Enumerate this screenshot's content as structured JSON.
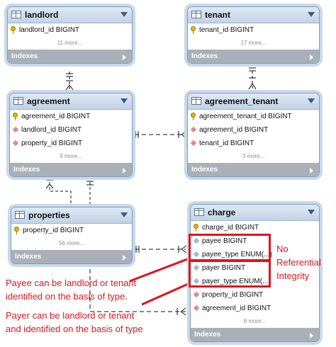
{
  "tables": {
    "landlord": {
      "name": "landlord",
      "columns": [
        {
          "label": "landlord_id BIGINT",
          "icon": "primary-key-icon"
        }
      ],
      "more": "11 more...",
      "indexes": "Indexes"
    },
    "tenant": {
      "name": "tenant",
      "columns": [
        {
          "label": "tenant_id BIGINT",
          "icon": "primary-key-icon"
        }
      ],
      "more": "17 more...",
      "indexes": "Indexes"
    },
    "agreement": {
      "name": "agreement",
      "columns": [
        {
          "label": "agreement_id BIGINT",
          "icon": "primary-key-icon"
        },
        {
          "label": "landlord_id BIGINT",
          "icon": "foreign-key-icon"
        },
        {
          "label": "property_id BIGINT",
          "icon": "foreign-key-icon"
        }
      ],
      "more": "9 more...",
      "indexes": "Indexes"
    },
    "agreement_tenant": {
      "name": "agreement_tenant",
      "columns": [
        {
          "label": "agreement_tenant_id BIGINT",
          "icon": "primary-key-icon"
        },
        {
          "label": "agreement_id BIGINT",
          "icon": "foreign-key-icon"
        },
        {
          "label": "tenant_id BIGINT",
          "icon": "foreign-key-icon"
        }
      ],
      "more": "3 more...",
      "indexes": "Indexes"
    },
    "properties": {
      "name": "properties",
      "columns": [
        {
          "label": "property_id BIGINT",
          "icon": "primary-key-icon"
        }
      ],
      "more": "56 more...",
      "indexes": "Indexes"
    },
    "charge": {
      "name": "charge",
      "columns": [
        {
          "label": "charge_id BIGINT",
          "icon": "primary-key-icon"
        },
        {
          "label": "payee BIGINT",
          "icon": "column-icon"
        },
        {
          "label": "payee_type ENUM(...)",
          "icon": "column-icon"
        },
        {
          "label": "payer BIGINT",
          "icon": "column-icon"
        },
        {
          "label": "payer_type ENUM(...)",
          "icon": "column-icon"
        },
        {
          "label": "property_id BIGINT",
          "icon": "foreign-key-icon"
        },
        {
          "label": "agreement_id BIGINT",
          "icon": "foreign-key-icon"
        }
      ],
      "more": "8 more...",
      "indexes": "Indexes"
    }
  },
  "annotations": {
    "no_ref_line1": "No",
    "no_ref_line2": "Referential",
    "no_ref_line3": "Integrity",
    "payee_line1": "Payee can be landlord or tenant",
    "payee_line2": "identified on the basis of type.",
    "payer_line1": "Payer can be landlord or tenant",
    "payer_line2": "and identified on the basis of type"
  },
  "colors": {
    "annotation_red": "#e0141e",
    "table_header": "#c2d3e6",
    "indexes_bar": "#a9b0b8"
  }
}
